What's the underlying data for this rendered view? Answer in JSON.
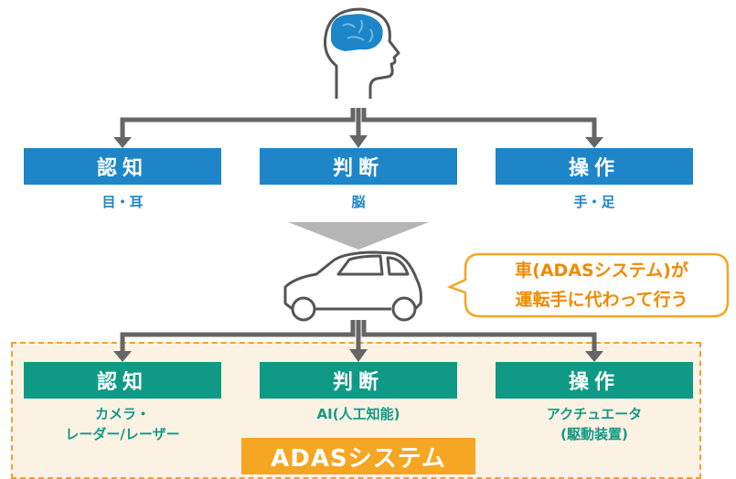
{
  "human": {
    "steps": [
      {
        "title": "認知",
        "sub": "目・耳"
      },
      {
        "title": "判断",
        "sub": "脳"
      },
      {
        "title": "操作",
        "sub": "手・足"
      }
    ]
  },
  "callout": {
    "line1": "車(ADASシステム)が",
    "line2": "運転手に代わって行う"
  },
  "adas": {
    "label": "ADASシステム",
    "steps": [
      {
        "title": "認知",
        "sub_line1": "カメラ・",
        "sub_line2": "レーダー/レーザー"
      },
      {
        "title": "判断",
        "sub_line1": "AI(人工知能)",
        "sub_line2": ""
      },
      {
        "title": "操作",
        "sub_line1": "アクチュエータ",
        "sub_line2": "(駆動装置)"
      }
    ]
  },
  "colors": {
    "human_blue": "#1e86c8",
    "adas_teal": "#0f9a85",
    "adas_orange": "#f5a623",
    "arrow_gray": "#666666"
  },
  "icons": [
    "head-with-brain-icon",
    "car-icon",
    "down-triangle-arrow-icon"
  ]
}
